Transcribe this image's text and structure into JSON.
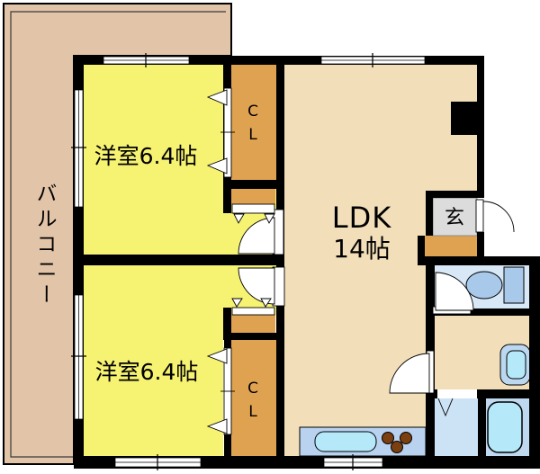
{
  "plan": {
    "balcony": {
      "label": "バルコニー"
    },
    "bedroom1": {
      "label": "洋室6.4帖"
    },
    "bedroom2": {
      "label": "洋室6.4帖"
    },
    "ldk": {
      "name": "LDK",
      "size": "14帖"
    },
    "entrance": {
      "label": "玄"
    },
    "closet1": {
      "label": "CL"
    },
    "closet2": {
      "label": "CL"
    },
    "colors": {
      "wall": "#000000",
      "balcony": "#E2C4A8",
      "bedroom": "#F6F272",
      "ldk": "#F2DFB9",
      "closet": "#DFA251",
      "entrance_floor": "#DCDCDC",
      "toilet_room": "#D8E8F6",
      "washroom": "#CCE2F5",
      "bathroom": "#BFD9F0",
      "kitchen_counter": "#B9D2F0",
      "fixture": "#B5E8F8",
      "toilet_fixture": "#A9C9EA",
      "vanity": "#BCD8F0",
      "burner": "#7B3F10"
    },
    "fixture_icons": [
      "toilet-icon",
      "washbasin-icon",
      "bathtub-icon",
      "kitchen-sink-icon",
      "stove-burners-icon"
    ]
  }
}
